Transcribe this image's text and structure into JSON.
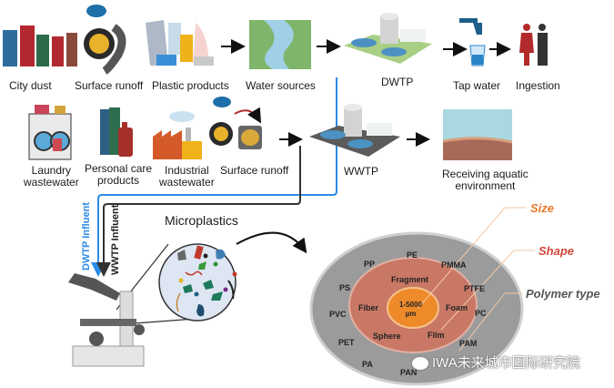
{
  "row1": [
    {
      "id": "city-dust",
      "label": "City dust"
    },
    {
      "id": "surface-runoff",
      "label": "Surface runoff"
    },
    {
      "id": "plastic-products",
      "label": "Plastic products"
    },
    {
      "id": "water-sources",
      "label": "Water sources"
    },
    {
      "id": "dwtp",
      "label": "DWTP"
    },
    {
      "id": "tap-water",
      "label": "Tap water"
    },
    {
      "id": "ingestion",
      "label": "Ingestion"
    }
  ],
  "row2": [
    {
      "id": "laundry",
      "label": "Laundry",
      "label2": "wastewater"
    },
    {
      "id": "personal-care",
      "label": "Personal care",
      "label2": "products"
    },
    {
      "id": "industrial",
      "label": "Industrial",
      "label2": "wastewater"
    },
    {
      "id": "surface-runoff-2",
      "label": "Surface runoff"
    },
    {
      "id": "wwtp",
      "label": "WWTP"
    },
    {
      "id": "receiving",
      "label": "Receiving aquatic",
      "label2": "environment"
    }
  ],
  "influents": {
    "dwtp": "DWTP Influent",
    "wwtp": "WWTP Influent"
  },
  "microplastics_title": "Microplastics",
  "rings": {
    "size": {
      "label": "Size",
      "value": "1-5000",
      "unit": "µm",
      "color": "#e8792b"
    },
    "shape": {
      "label": "Shape",
      "items": [
        "Fragment",
        "Fiber",
        "Foam",
        "Sphere",
        "Film"
      ],
      "color": "#d0463a"
    },
    "polymer": {
      "label": "Polymer type",
      "items": [
        "PE",
        "PP",
        "PMMA",
        "PS",
        "PTFE",
        "PVC",
        "PC",
        "PET",
        "PAM",
        "PA",
        "PAN"
      ],
      "color": "#555555"
    }
  },
  "watermark": "IWA未来城市国际研究院",
  "colors": {
    "blue_line": "#2b8be6",
    "black_line": "#333333"
  }
}
